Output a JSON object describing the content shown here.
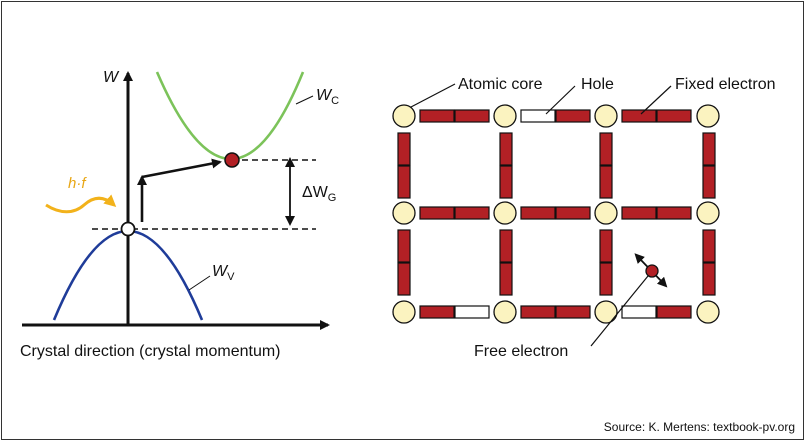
{
  "band_diagram": {
    "y_axis_label": "W",
    "conduction_band": {
      "symbol": "W",
      "subscript": "C"
    },
    "valence_band": {
      "symbol": "W",
      "subscript": "V"
    },
    "photon": {
      "label": "h·f"
    },
    "gap": {
      "prefix": "ΔW",
      "subscript": "G"
    },
    "x_axis_label": "Crystal direction (crystal momentum)"
  },
  "lattice": {
    "labels": {
      "atomic_core": "Atomic core",
      "hole": "Hole",
      "fixed_electron": "Fixed electron",
      "free_electron": "Free electron"
    }
  },
  "source": "Source: K. Mertens: textbook-pv.org",
  "colors": {
    "conduction_band": "#7cc35a",
    "valence_band": "#1f3c99",
    "photon": "#f2b21b",
    "electron": "#b22025",
    "atom_fill": "#fbf3c0",
    "bond": "#b22025"
  }
}
